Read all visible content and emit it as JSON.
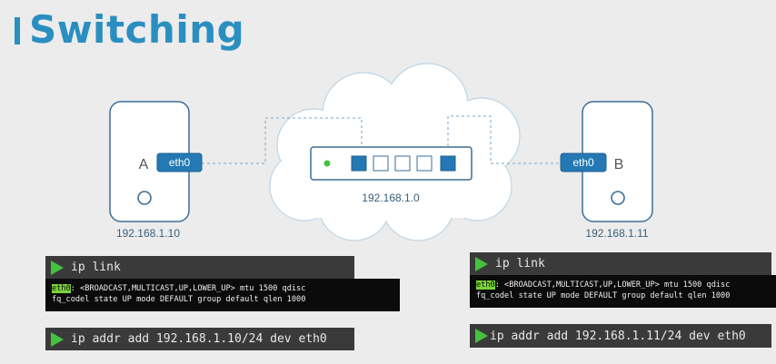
{
  "title": "Switching",
  "hosts": {
    "a": {
      "name": "A",
      "interface": "eth0",
      "ip": "192.168.1.10"
    },
    "b": {
      "name": "B",
      "interface": "eth0",
      "ip": "192.168.1.11"
    }
  },
  "network": {
    "subnet": "192.168.1.0"
  },
  "left_terminal": {
    "cmd1": "ip link",
    "output_iface": "eth0",
    "output_line1_rest": ": <BROADCAST,MULTICAST,UP,LOWER_UP> mtu 1500 qdisc",
    "output_line2": "fq_codel state UP mode DEFAULT group default qlen 1000",
    "cmd2": "ip addr add 192.168.1.10/24 dev eth0"
  },
  "right_terminal": {
    "cmd1": "ip link",
    "output_iface": "eth0",
    "output_line1_rest": ": <BROADCAST,MULTICAST,UP,LOWER_UP> mtu 1500 qdisc",
    "output_line2": "fq_codel state UP mode DEFAULT group default qlen 1000",
    "cmd2": "ip addr add 192.168.1.11/24 dev eth0"
  },
  "colors": {
    "accent": "#2a8fc0",
    "port_active": "#2479b5",
    "switch_led": "#45c23e",
    "prompt": "#45c23e",
    "highlight": "#7ad33a"
  }
}
